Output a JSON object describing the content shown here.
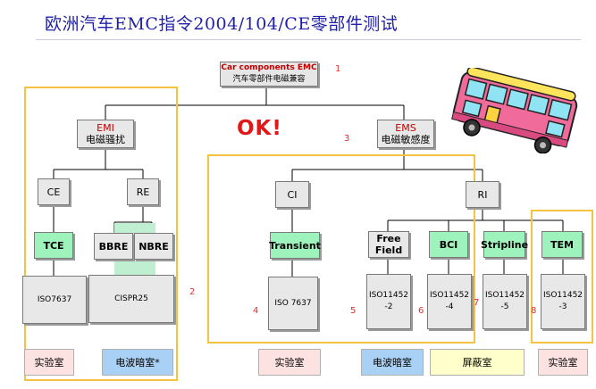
{
  "title": "欧洲汽车EMC指令2004/104/CE零部件测试",
  "ok_text": "OK!",
  "colors": {
    "title": "#2020a8",
    "frame": "#f5c242",
    "green_box": "#9ef2bb",
    "gray_box": "#e8e8e8",
    "pink": "#fde2e2",
    "blue": "#a9d1f5",
    "yellow": "#ffffcc",
    "accent_red": "#c00000"
  },
  "root": {
    "en": "Car components EMC",
    "cn": "汽车零部件电磁兼容"
  },
  "emi": {
    "en": "EMI",
    "cn": "电磁骚扰"
  },
  "ems": {
    "en": "EMS",
    "cn": "电磁敏感度"
  },
  "nodes": {
    "ce": "CE",
    "re": "RE",
    "ci": "CI",
    "ri": "RI",
    "tce": "TCE",
    "bbre": "BBRE",
    "nbre": "NBRE",
    "transient": "Transient",
    "free_field": "Free Field",
    "bci": "BCI",
    "stripline": "Stripline",
    "tem": "TEM"
  },
  "standards": {
    "iso7637_a": "ISO7637",
    "cispr25": "CISPR25",
    "iso7637_b": "ISO 7637",
    "iso11452_2": "ISO11452 -2",
    "iso11452_4": "ISO11452 -4",
    "iso11452_5": "ISO11452 -5",
    "iso11452_3": "ISO11452 -3"
  },
  "facilities": {
    "lab_1": "实验室",
    "anechoic_1": "电波暗室*",
    "lab_2": "实验室",
    "anechoic_2": "电波暗室",
    "shielded": "屏蔽室",
    "lab_3": "实验室"
  },
  "numbers": [
    "1",
    "2",
    "3",
    "4",
    "5",
    "6",
    "7",
    "8"
  ],
  "bus_icon": "bus-icon"
}
